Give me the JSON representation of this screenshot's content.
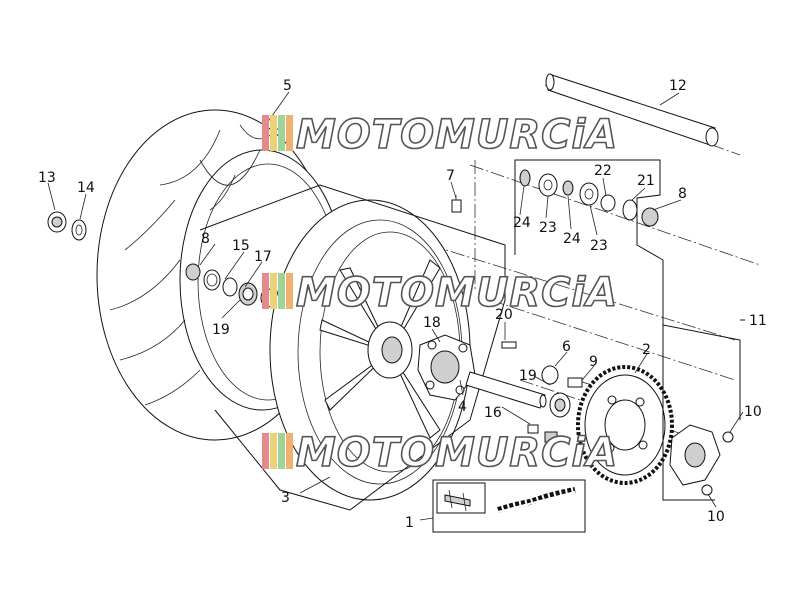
{
  "watermark": {
    "text": "MOTOMURCiA",
    "stripe_colors": [
      "#e58a8a",
      "#e9d27a",
      "#9fd39a",
      "#f0b070"
    ]
  },
  "callouts": {
    "c1": "1",
    "c2": "2",
    "c3": "3",
    "c4": "4",
    "c5": "5",
    "c6": "6",
    "c7": "7",
    "c8a": "8",
    "c8b": "8",
    "c9": "9",
    "c10a": "10",
    "c10b": "10",
    "c11": "11",
    "c12": "12",
    "c13": "13",
    "c14": "14",
    "c15": "15",
    "c16": "16",
    "c17": "17",
    "c18": "18",
    "c19a": "19",
    "c19b": "19",
    "c20": "20",
    "c21": "21",
    "c22": "22",
    "c23a": "23",
    "c23b": "23",
    "c24a": "24",
    "c24b": "24"
  }
}
